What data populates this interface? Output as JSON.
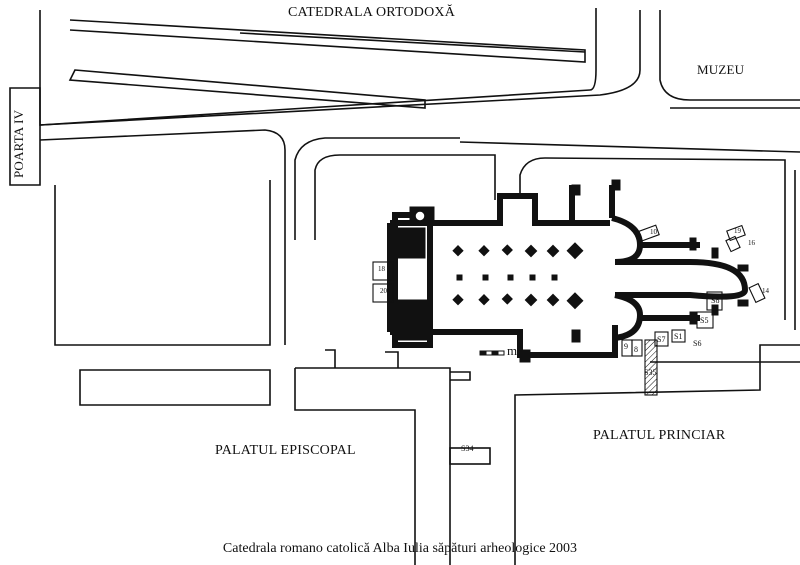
{
  "labels": {
    "cathedral_orthodox": "CATEDRALA ORTODOXĂ",
    "museum": "MUZEU",
    "gate": "POARTA IV",
    "episcopal_palace": "PALATUL EPISCOPAL",
    "princely_palace": "PALATUL PRINCIAR",
    "scale_unit": "m"
  },
  "trenches": {
    "s34": "S34",
    "s35": "S35",
    "s8": "S8",
    "s5": "S5",
    "s7": "S7",
    "s1": "S1",
    "s6": "S6",
    "s9": "9",
    "s8b": "8",
    "s10": "10",
    "s16": "16",
    "s19": "19",
    "s18": "18",
    "s20": "20",
    "s14": "14"
  },
  "caption": "Catedrala romano catolică Alba Iulia săpături arheologice 2003"
}
